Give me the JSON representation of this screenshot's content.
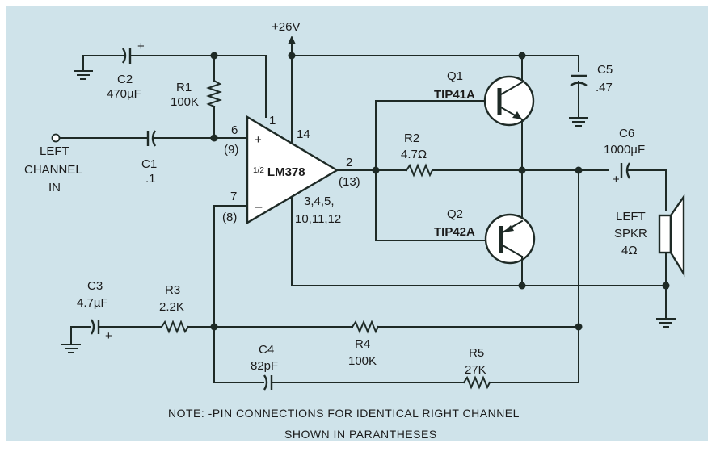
{
  "supply": {
    "label": "+26V"
  },
  "input": {
    "label_lines": [
      "LEFT",
      "CHANNEL",
      "IN"
    ]
  },
  "amplifier": {
    "label_fraction": "1/2",
    "label_part": "LM378",
    "plus_sign": "+",
    "minus_sign": "–",
    "pins": {
      "noninv": "6",
      "noninv_right": "(9)",
      "inv": "7",
      "inv_right": "(8)",
      "pin1": "1",
      "vcc": "14",
      "out": "2",
      "out_right": "(13)",
      "gnd_line1": "3,4,5,",
      "gnd_line2": "10,11,12"
    }
  },
  "components": {
    "C1": {
      "ref": "C1",
      "value": ".1"
    },
    "C2": {
      "ref": "C2",
      "value": "470µF",
      "polarity": "+"
    },
    "C3": {
      "ref": "C3",
      "value": "4.7µF",
      "polarity": "+"
    },
    "C4": {
      "ref": "C4",
      "value": "82pF"
    },
    "C5": {
      "ref": "C5",
      "value": ".47"
    },
    "C6": {
      "ref": "C6",
      "value": "1000µF",
      "polarity": "+"
    },
    "R1": {
      "ref": "R1",
      "value": "100K"
    },
    "R2": {
      "ref": "R2",
      "value": "4.7Ω"
    },
    "R3": {
      "ref": "R3",
      "value": "2.2K"
    },
    "R4": {
      "ref": "R4",
      "value": "100K"
    },
    "R5": {
      "ref": "R5",
      "value": "27K"
    },
    "Q1": {
      "ref": "Q1",
      "value": "TIP41A"
    },
    "Q2": {
      "ref": "Q2",
      "value": "TIP42A"
    }
  },
  "speaker": {
    "label_lines": [
      "LEFT",
      "SPKR",
      "4Ω"
    ]
  },
  "note": {
    "line1": "NOTE: -PIN CONNECTIONS FOR IDENTICAL RIGHT CHANNEL",
    "line2": "SHOWN IN PARANTHESES"
  }
}
